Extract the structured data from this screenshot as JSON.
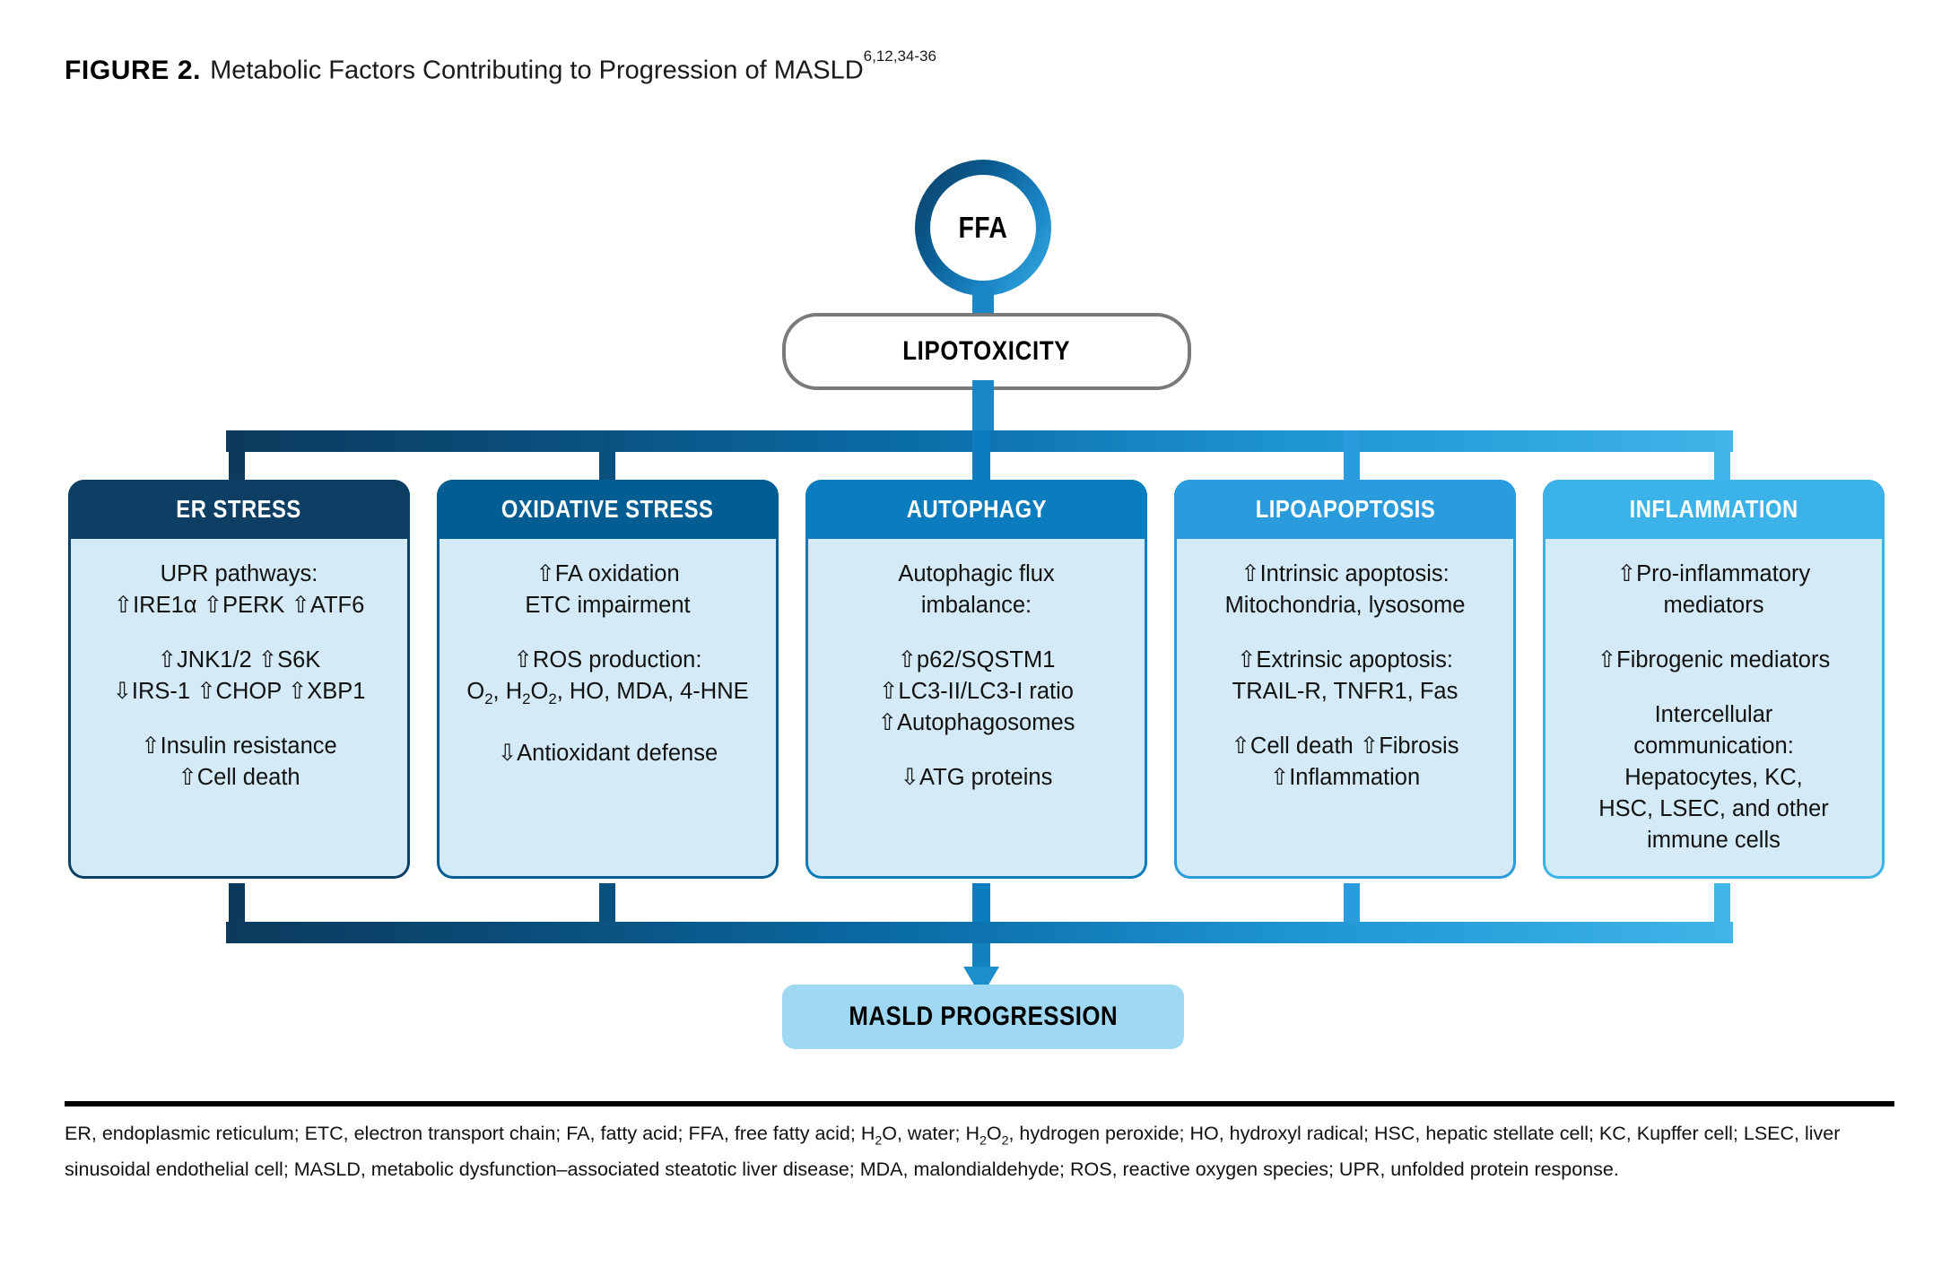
{
  "figure": {
    "label": "FIGURE 2.",
    "title": "Metabolic Factors Contributing to Progression of MASLD",
    "superscript": "6,12,34-36"
  },
  "nodes": {
    "source": "FFA",
    "mediator": "LIPOTOXICITY",
    "outcome": "MASLD PROGRESSION"
  },
  "colors": {
    "header_er_stress": "#0d3e63",
    "header_oxidative_stress": "#025e92",
    "header_autophagy": "#0b7cbe",
    "header_lipoapoptosis": "#2a9bdc",
    "header_inflammation": "#3bb3e8",
    "card_body": "#d4ebf7",
    "outcome_box": "#9ed8f2",
    "mediator_border": "#7a7a7a",
    "flow_gradient_start": "#0d3e63",
    "flow_gradient_end": "#3bb3e8"
  },
  "cards": [
    {
      "title": "ER STRESS",
      "groups": [
        [
          "UPR pathways:",
          "⇧IRE1α  ⇧PERK  ⇧ATF6"
        ],
        [
          "⇧JNK1/2  ⇧S6K",
          "⇩IRS-1  ⇧CHOP  ⇧XBP1"
        ],
        [
          "⇧Insulin resistance",
          "⇧Cell death"
        ]
      ]
    },
    {
      "title": "OXIDATIVE STRESS",
      "groups": [
        [
          "⇧FA oxidation",
          "ETC impairment"
        ],
        [
          "⇧ROS production:",
          "O<sub>2</sub>, H<sub>2</sub>O<sub>2</sub>, HO, MDA, 4-HNE"
        ],
        [
          "⇩Antioxidant defense"
        ]
      ]
    },
    {
      "title": "AUTOPHAGY",
      "groups": [
        [
          "Autophagic flux",
          "imbalance:"
        ],
        [
          "⇧p62/SQSTM1",
          "⇧LC3-II/LC3-I ratio",
          "⇧Autophagosomes"
        ],
        [
          "⇩ATG proteins"
        ]
      ]
    },
    {
      "title": "LIPOAPOPTOSIS",
      "groups": [
        [
          "⇧Intrinsic apoptosis:",
          "Mitochondria, lysosome"
        ],
        [
          "⇧Extrinsic apoptosis:",
          "TRAIL-R, TNFR1, Fas"
        ],
        [
          "⇧Cell death ⇧Fibrosis",
          "⇧Inflammation"
        ]
      ]
    },
    {
      "title": "INFLAMMATION",
      "groups": [
        [
          "⇧Pro-inflammatory",
          "mediators"
        ],
        [
          "⇧Fibrogenic mediators"
        ],
        [
          "Intercellular",
          "communication:",
          "Hepatocytes, KC,",
          "HSC, LSEC, and other",
          "immune cells"
        ]
      ]
    }
  ],
  "footnote": "ER, endoplasmic reticulum; ETC, electron transport chain; FA, fatty acid; FFA, free fatty acid; H<sub>2</sub>O, water; H<sub>2</sub>O<sub>2</sub>, hydrogen peroxide; HO, hydroxyl radical; HSC, hepatic stellate cell; KC, Kupffer cell; LSEC, liver sinusoidal endothelial cell; MASLD, metabolic dysfunction–associated steatotic liver disease; MDA, malondialdehyde; ROS, reactive oxygen species; UPR, unfolded protein response."
}
